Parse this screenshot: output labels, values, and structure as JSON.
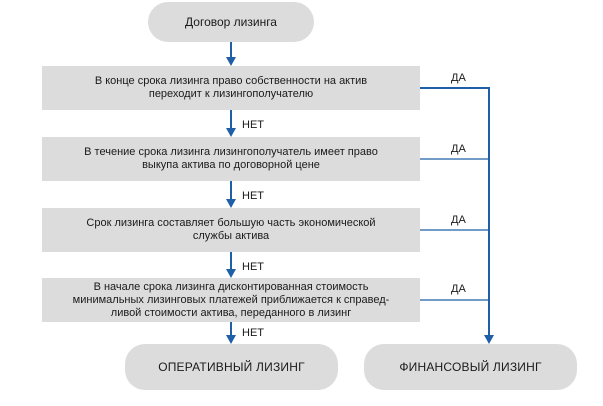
{
  "start": {
    "label": "Договор лизинга"
  },
  "criteria": [
    {
      "text": "В конце срока лизинга право собственности на актив переходит к лизингополучателю"
    },
    {
      "text": "В течение срока лизинга лизингополучатель имеет право выкупа актива по договорной цене"
    },
    {
      "text": "Срок лизинга составляет большую часть экономической службы актива"
    },
    {
      "text": "В начале срока лизинга дисконтированная стоимость минимальных лизинговых платежей приближается к справед-ливой стоимости актива, переданного в лизинг"
    }
  ],
  "labels": {
    "yes": "ДА",
    "no": "НЕТ"
  },
  "outcomes": {
    "operating": "ОПЕРАТИВНЫЙ ЛИЗИНГ",
    "financial": "ФИНАНСОВЫЙ ЛИЗИНГ"
  },
  "colors": {
    "connector": "#1f5fa6",
    "box_fill": "#dcdcdc"
  }
}
